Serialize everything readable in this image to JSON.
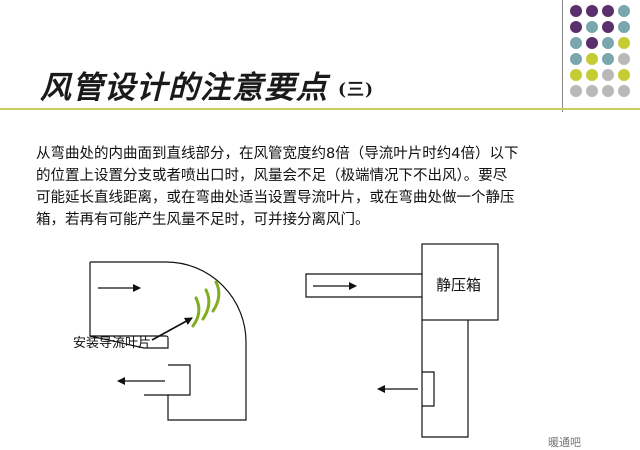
{
  "slide": {
    "title": "风管设计的注意要点",
    "title_suffix": "(三)",
    "paragraph": "从弯曲处的内曲面到直线部分，在风管宽度约8倍（导流叶片时约4倍）以下\n的位置上设置分支或者喷出口时，风量会不足（极端情况下不出风）。要尽\n可能延长直线距离，或在弯曲处适当设置导流叶片，或在弯曲处做一个静压\n箱，若再有可能产生风量不足时，可并接分离风门。",
    "accent_color": "#c7cf5f",
    "dot_colors": {
      "purple": "#5b2f6b",
      "teal": "#7aa6ad",
      "olive": "#c3cc33",
      "gray": "#b8b8b8"
    }
  },
  "diagram_left": {
    "label": "安装导流叶片",
    "icons": [
      "flow-arrow-right-icon",
      "flow-arrow-left-icon",
      "turning-vane-icon",
      "pointer-arrow-icon"
    ]
  },
  "diagram_right": {
    "box_label": "静压箱",
    "icons": [
      "flow-arrow-right-icon",
      "flow-arrow-left-icon"
    ]
  },
  "footer": {
    "watermark": "暖通吧"
  }
}
